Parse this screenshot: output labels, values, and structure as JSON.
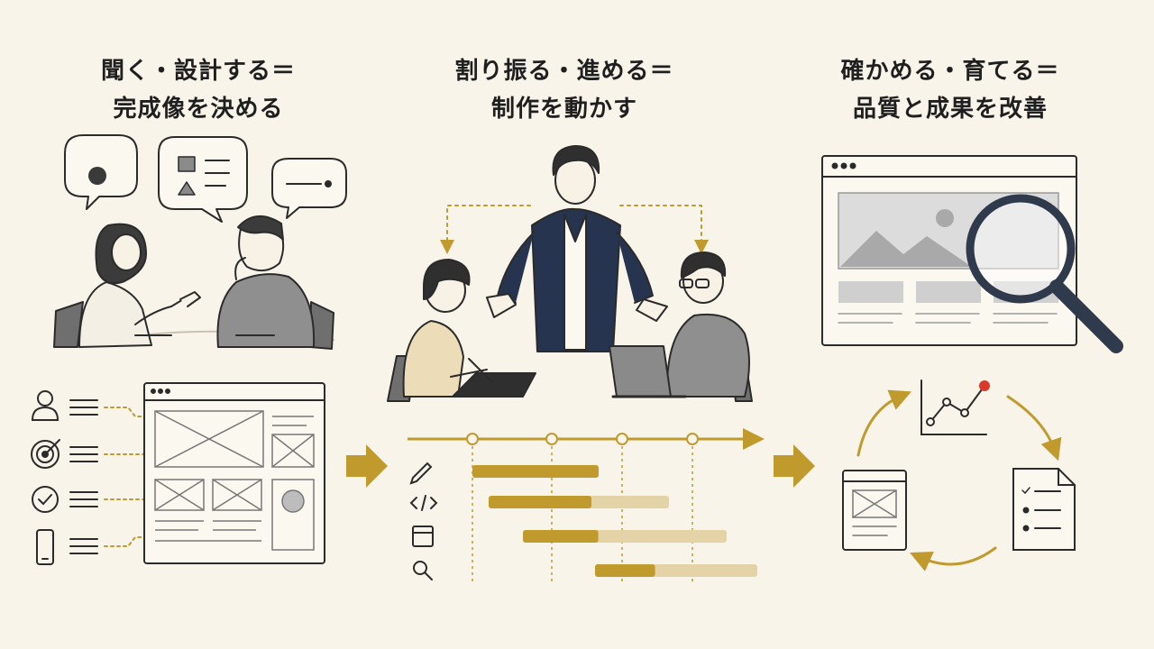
{
  "steps": [
    {
      "line1": "聞く・設計する＝",
      "line2": "完成像を決める"
    },
    {
      "line1": "割り振る・進める＝",
      "line2": "制作を動かす"
    },
    {
      "line1": "確かめる・育てる＝",
      "line2": "品質と成果を改善"
    }
  ],
  "icons": {
    "step1_list": [
      "user-icon",
      "target-icon",
      "check-circle-icon",
      "smartphone-icon"
    ],
    "step2_list": [
      "pencil-icon",
      "code-icon",
      "window-icon",
      "search-icon"
    ]
  },
  "gantt": {
    "bars": [
      {
        "progress": 1.0
      },
      {
        "progress": 0.57
      },
      {
        "progress": 0.37
      },
      {
        "progress": 0.37
      }
    ]
  },
  "colors": {
    "accent": "#c19a2e",
    "accent_light": "#e3d3a6",
    "navy": "#26344f",
    "ink": "#2b2b2b",
    "alert": "#d93a2b"
  }
}
